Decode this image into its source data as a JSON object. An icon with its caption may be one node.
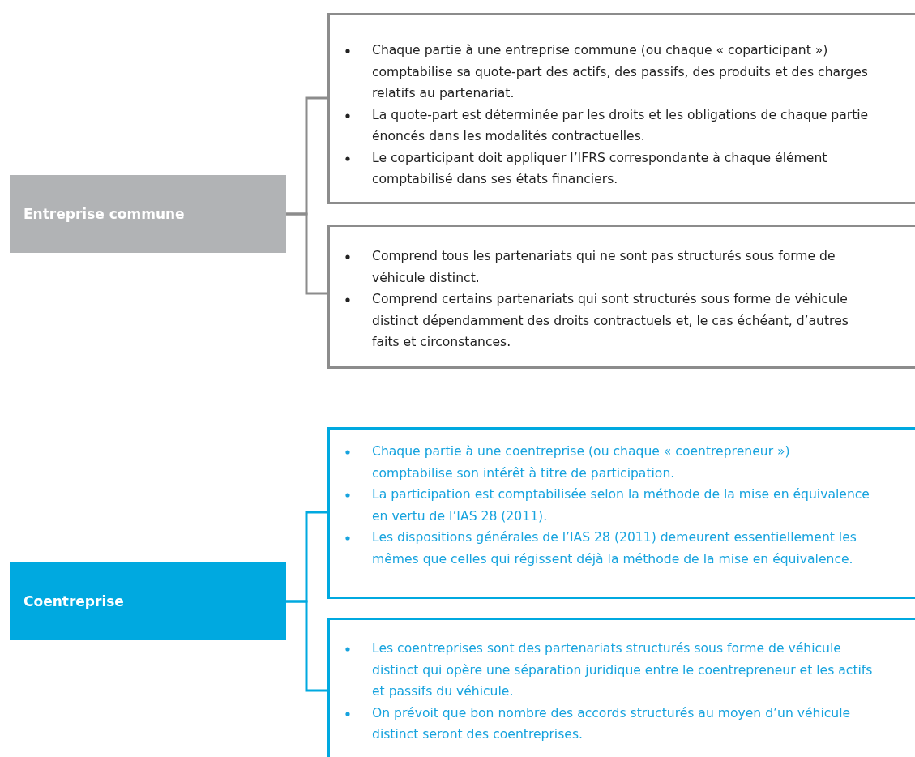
{
  "diagram": {
    "nodes": [
      {
        "text": [
          "Entreprise commune"
        ]
      },
      {
        "text": [
          "Chaque partie à une entreprise commune (ou chaque « coparticipant ») comptabilise sa quote-part des actifs, des passifs, des produits et des charges relatifs au partenariat.",
          "La quote-part est déterminée par les droits et les obligations de chaque partie énoncés dans les modalités contractuelles.",
          "Le coparticipant doit appliquer l’IFRS correspondante à chaque élément comptabilisé dans ses états financiers."
        ]
      },
      {
        "text": [
          "Comprend tous les partenariats qui ne sont pas structurés sous forme de véhicule distinct.",
          "Comprend certains partenariats qui sont structurés sous forme de véhicule distinct dépendamment des droits contractuels et, le cas échéant, d’autres faits et circonstances."
        ]
      },
      {
        "text": [
          "Coentreprise"
        ]
      },
      {
        "text": [
          "Chaque partie à une coentreprise (ou chaque « coentrepreneur ») comptabilise son intérêt à titre de participation.",
          "La participation est comptabilisée selon la méthode de la mise en équivalence en vertu de l’IAS 28 (2011).",
          "Les dispositions générales de l’IAS 28 (2011) demeurent essentiellement les mêmes que celles qui régissent déjà la méthode de la mise en équivalence."
        ]
      },
      {
        "text": [
          "Les coentreprises sont des partenariats structurés sous forme de véhicule distinct qui opère une séparation juridique entre le coentrepreneur et les actifs et passifs du véhicule.",
          "On prévoit que bon nombre des accords structurés au moyen d’un véhicule distinct seront des coentreprises."
        ]
      }
    ],
    "edges": [
      {
        "from": 0,
        "to": 1,
        "arrow": "none",
        "color": "#8c8c8c"
      },
      {
        "from": 0,
        "to": 2,
        "arrow": "none",
        "color": "#8c8c8c"
      },
      {
        "from": 3,
        "to": 4,
        "arrow": "none",
        "color": "#00a9e0"
      },
      {
        "from": 3,
        "to": 5,
        "arrow": "none",
        "color": "#00a9e0"
      }
    ]
  }
}
